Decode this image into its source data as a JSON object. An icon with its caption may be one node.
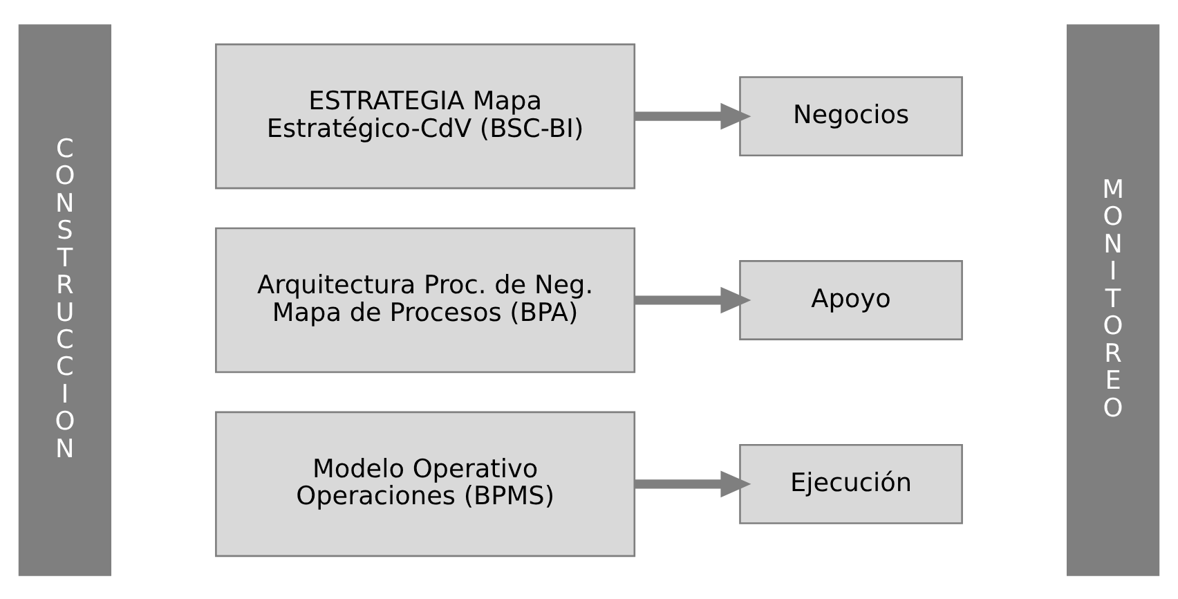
{
  "diagram": {
    "nodes": [
      {
        "text": [
          "C O N S T R U C C I O N"
        ]
      },
      {
        "text": [
          "ESTRATEGIA Mapa Estratégico-CdV (BSC-BI)"
        ]
      },
      {
        "text": [
          "Negocios"
        ]
      },
      {
        "text": [
          "Arquitectura Proc. de Neg. Mapa de Procesos (BPA)"
        ]
      },
      {
        "text": [
          "Apoyo"
        ]
      },
      {
        "text": [
          "Modelo Operativo Operaciones (BPMS)"
        ]
      },
      {
        "text": [
          "Ejecución"
        ]
      },
      {
        "text": [
          "M O N I T O R E O"
        ]
      }
    ],
    "edges": [
      {
        "from": 1,
        "to": 2,
        "arrow": "to"
      },
      {
        "from": 3,
        "to": 4,
        "arrow": "to"
      },
      {
        "from": 5,
        "to": 6,
        "arrow": "to"
      }
    ]
  }
}
